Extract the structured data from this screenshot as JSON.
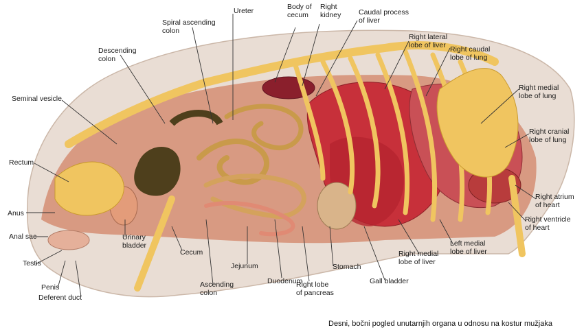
{
  "labels": {
    "ureter": "Ureter",
    "body_of_cecum": "Body of\ncecum",
    "right_kidney": "Right\nkidney",
    "caudal_process_of_liver": "Caudal process\nof liver",
    "spiral_ascending_colon": "Spiral ascending\ncolon",
    "descending_colon": "Descending\ncolon",
    "right_lateral_lobe_of_liver": "Right lateral\nlobe of liver",
    "right_caudal_lobe_of_lung": "Right caudal\nlobe of lung",
    "seminal_vesicle": "Seminal vesicle",
    "right_medial_lobe_of_lung": "Right medial\nlobe of lung",
    "right_cranial_lobe_of_lung": "Right cranial\nlobe of lung",
    "rectum": "Rectum",
    "anus": "Anus",
    "anal_sac": "Anal sac",
    "testis": "Testis",
    "penis": "Penis",
    "deferent_duct": "Deferent duct",
    "urinary_bladder": "Urinary\nbladder",
    "cecum": "Cecum",
    "ascending_colon": "Ascending\ncolon",
    "jejunum": "Jejunum",
    "duodenum": "Duodenum",
    "right_lobe_of_pancreas": "Right lobe\nof pancreas",
    "stomach": "Stomach",
    "gall_bladder": "Gall bladder",
    "right_medial_lobe_of_liver": "Right medial\nlobe of liver",
    "left_medial_lobe_of_liver": "Left medial\nlobe of liver",
    "right_atrium_of_heart": "Right atrium\nof heart",
    "right_ventricle_of_heart": "Right ventricle\nof heart"
  },
  "caption": "Desni, bočni pogled unutarnjih organa u odnosu na kostur mužjaka",
  "colors": {
    "skin": "#e7d9cf",
    "body_cavity": "#d9967b",
    "bone": "#f0c560",
    "liver": "#c7303a",
    "lung": "#c94f55",
    "intestine": "#c99a4a",
    "colon": "#4e3f1c",
    "kidney": "#8a1f2c"
  }
}
